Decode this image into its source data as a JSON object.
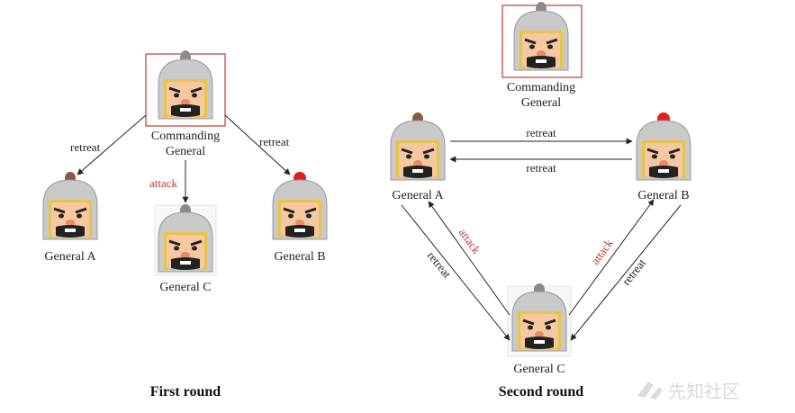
{
  "colors": {
    "attack": "#c0392b",
    "retreat": "#222222",
    "highlight_box": "#c0392b",
    "plume_brown": "#8b5a3c",
    "plume_red": "#e02020",
    "plume_gray": "#8a8a8a",
    "helmet": "#c9c9c9",
    "helmet_trim": "#e8c44a",
    "face": "#f5c8a0"
  },
  "icons": {
    "general": "knight-helmet-icon",
    "watermark": "xianzhi-logo-icon"
  },
  "rounds": {
    "first": {
      "title": "First round",
      "nodes": {
        "commander": {
          "label_line1": "Commanding",
          "label_line2": "General",
          "plume": "gray",
          "highlighted": true
        },
        "general_a": {
          "label": "General A",
          "plume": "brown"
        },
        "general_b": {
          "label": "General B",
          "plume": "red"
        },
        "general_c": {
          "label": "General C",
          "plume": "gray"
        }
      },
      "edges": [
        {
          "from": "commander",
          "to": "general_a",
          "label": "retreat",
          "kind": "retreat"
        },
        {
          "from": "commander",
          "to": "general_c",
          "label": "attack",
          "kind": "attack"
        },
        {
          "from": "commander",
          "to": "general_b",
          "label": "retreat",
          "kind": "retreat"
        }
      ]
    },
    "second": {
      "title": "Second round",
      "nodes": {
        "commander": {
          "label_line1": "Commanding",
          "label_line2": "General",
          "plume": "gray",
          "highlighted": true
        },
        "general_a": {
          "label": "General A",
          "plume": "brown"
        },
        "general_b": {
          "label": "General B",
          "plume": "red"
        },
        "general_c": {
          "label": "General C",
          "plume": "gray"
        }
      },
      "edges": [
        {
          "from": "general_a",
          "to": "general_b",
          "label": "retreat",
          "kind": "retreat"
        },
        {
          "from": "general_b",
          "to": "general_a",
          "label": "retreat",
          "kind": "retreat"
        },
        {
          "from": "general_a",
          "to": "general_c",
          "label": "retreat",
          "kind": "retreat"
        },
        {
          "from": "general_c",
          "to": "general_a",
          "label": "attack",
          "kind": "attack"
        },
        {
          "from": "general_c",
          "to": "general_b",
          "label": "attack",
          "kind": "attack"
        },
        {
          "from": "general_b",
          "to": "general_c",
          "label": "retreat",
          "kind": "retreat"
        }
      ]
    }
  },
  "watermark": {
    "text": "先知社区"
  }
}
